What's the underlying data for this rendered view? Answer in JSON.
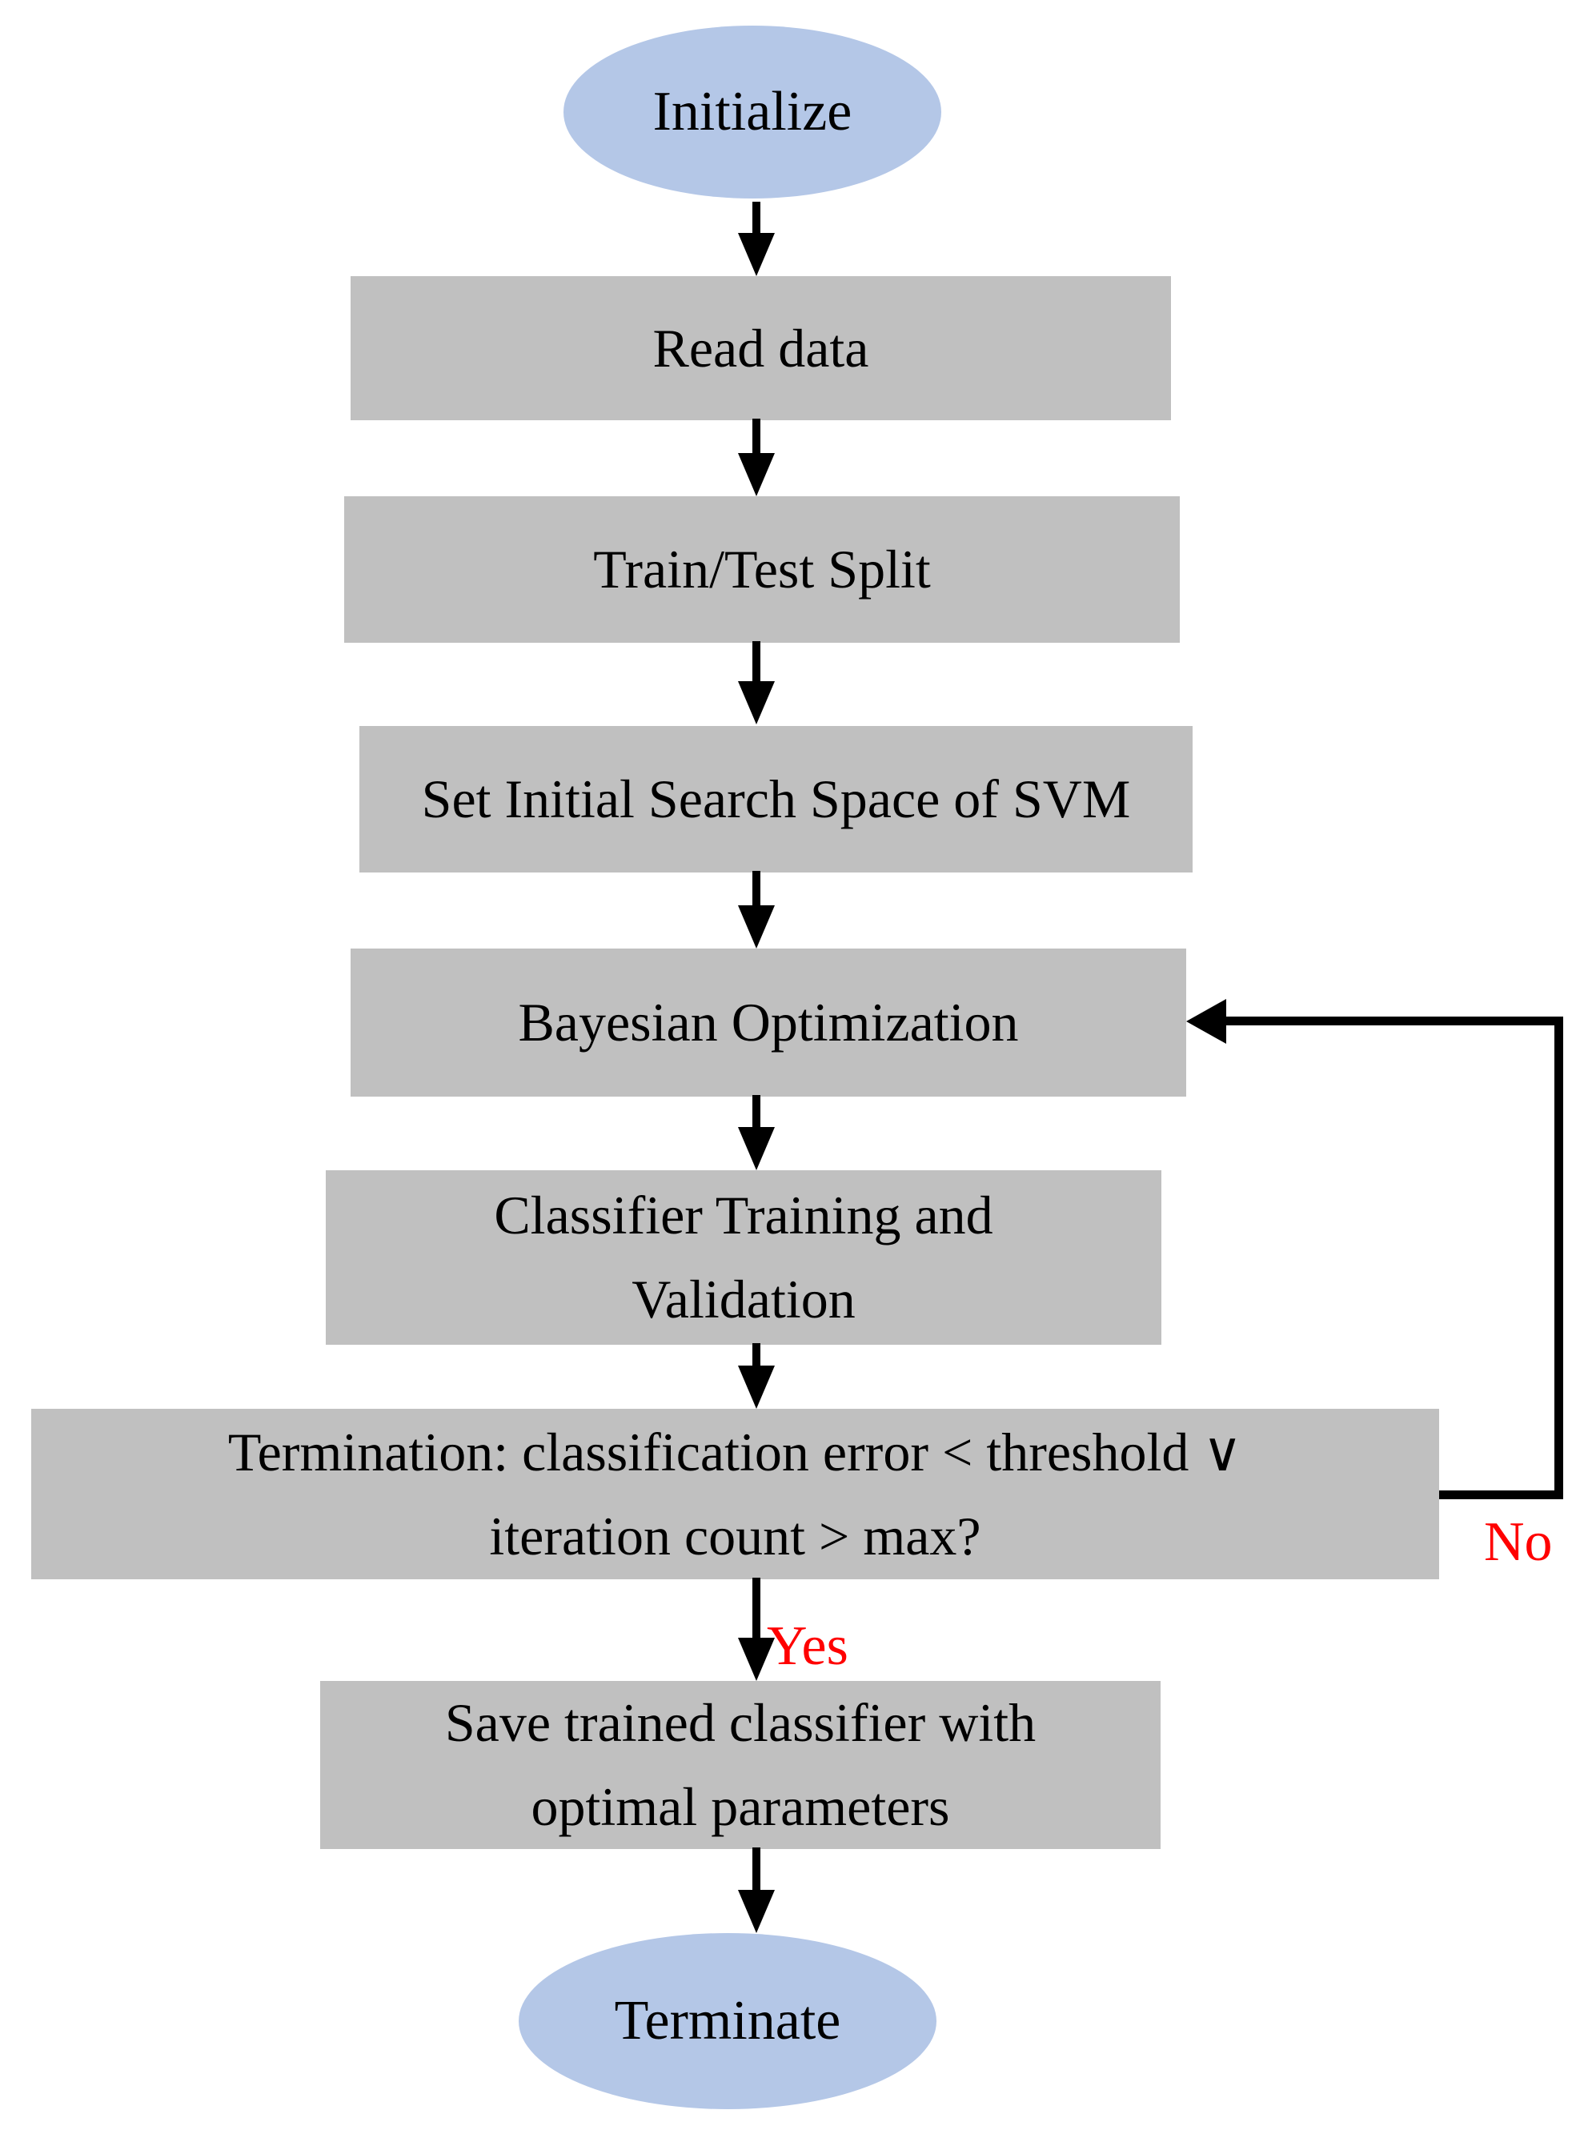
{
  "colors": {
    "box_fill": "#C0C0C0",
    "ellipse_fill": "#B4C7E7",
    "edge_label": "#FF0000",
    "line": "#000000"
  },
  "nodes": {
    "initialize": {
      "label": "Initialize",
      "shape": "ellipse"
    },
    "read_data": {
      "label": "Read data",
      "shape": "rect"
    },
    "train_test_split": {
      "label": "Train/Test Split",
      "shape": "rect"
    },
    "search_space": {
      "label": "Set Initial Search Space of SVM",
      "shape": "rect"
    },
    "bayesian_optimization": {
      "label": "Bayesian Optimization",
      "shape": "rect"
    },
    "classifier_training": {
      "label": "Classifier Training and\nValidation",
      "shape": "rect"
    },
    "termination": {
      "label": "Termination: classification error < threshold ∨\niteration count > max?",
      "shape": "rect"
    },
    "save_classifier": {
      "label": "Save trained classifier with\noptimal parameters",
      "shape": "rect"
    },
    "terminate": {
      "label": "Terminate",
      "shape": "ellipse"
    }
  },
  "edge_labels": {
    "yes": "Yes",
    "no": "No"
  }
}
